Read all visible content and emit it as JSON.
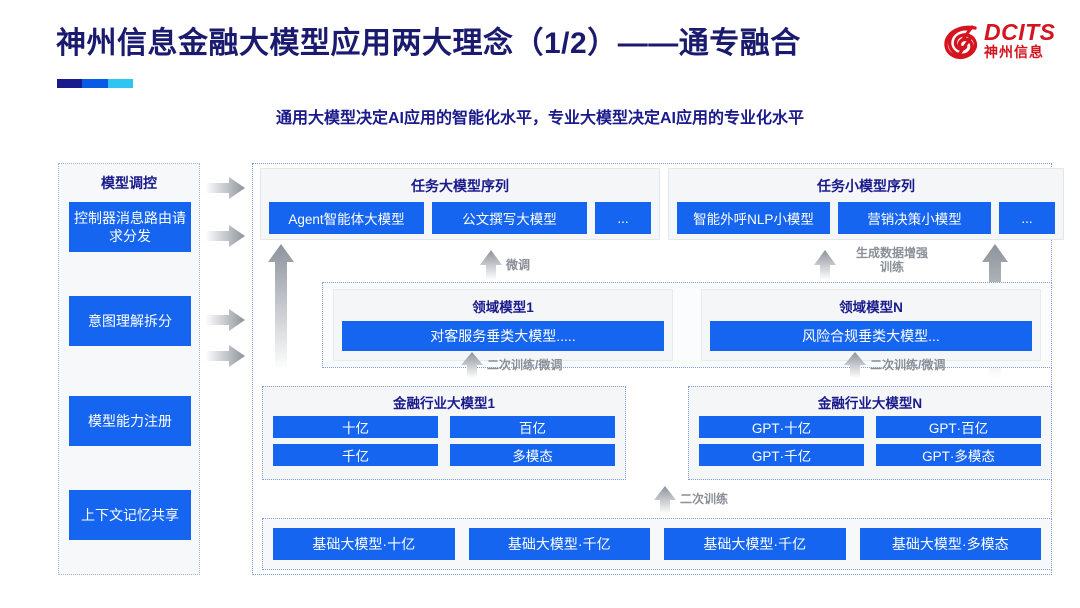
{
  "header": {
    "title": "神州信息金融大模型应用两大理念（1/2）——通专融合",
    "subtitle": "通用大模型决定AI应用的智能化水平，专业大模型决定AI应用的专业化水平",
    "logo_name": "DCITS",
    "logo_cn": "神州信息",
    "accent_navy": "#1a1a8c",
    "accent_blue": "#1565f0",
    "accent_cyan": "#2ec6f0",
    "logo_red": "#d4151f"
  },
  "left_column": {
    "title": "模型调控",
    "items": [
      {
        "label": "控制器消息路由请求分发"
      },
      {
        "label": "意图理解拆分"
      },
      {
        "label": "模型能力注册"
      },
      {
        "label": "上下文记忆共享"
      }
    ]
  },
  "task_panels": [
    {
      "title": "任务大模型序列",
      "chips": [
        "Agent智能体大模型",
        "公文撰写大模型",
        "..."
      ]
    },
    {
      "title": "任务小模型序列",
      "chips": [
        "智能外呼NLP小模型",
        "营销决策小模型",
        "..."
      ]
    }
  ],
  "domain_models": [
    {
      "title": "领域模型1",
      "chip": "对客服务垂类大模型....."
    },
    {
      "title": "领域模型N",
      "chip": "风险合规垂类大模型..."
    }
  ],
  "industry_models": [
    {
      "title": "金融行业大模型1",
      "chips": [
        "十亿",
        "百亿",
        "千亿",
        "多模态"
      ]
    },
    {
      "title": "金融行业大模型N",
      "chips": [
        "GPT·十亿",
        "GPT·百亿",
        "GPT·千亿",
        "GPT·多模态"
      ]
    }
  ],
  "base_models": [
    "基础大模型·十亿",
    "基础大模型·千亿",
    "基础大模型·千亿",
    "基础大模型·多模态"
  ],
  "arrow_labels": {
    "fine_tune": "微调",
    "data_augment": "生成数据增强\n训练",
    "data_augment_line1": "生成数据增强",
    "data_augment_line2": "训练",
    "retrain_finetune_left": "二次训练/微调",
    "retrain_finetune_right": "二次训练/微调",
    "retrain": "二次训练"
  }
}
